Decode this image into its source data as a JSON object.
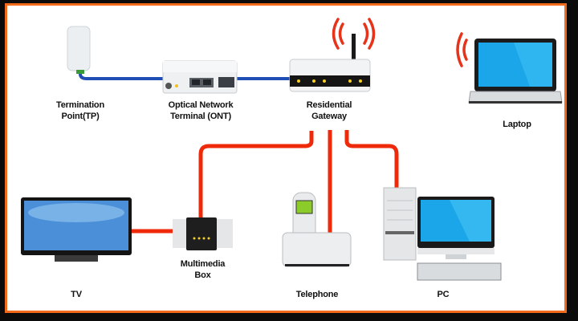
{
  "diagram": {
    "title": "Home Fiber Network",
    "colors": {
      "border": "#f26a1b",
      "fiber": "#1f4fb5",
      "ethernet": "#ee2a0b",
      "wifi": "#e8321a",
      "screen": "#1aa6e8"
    },
    "nodes": {
      "tp": {
        "label_1": "Termination",
        "label_2": "Point(TP)"
      },
      "ont": {
        "label_1": "Optical Network",
        "label_2": "Terminal (ONT)"
      },
      "gateway": {
        "label_1": "Residential",
        "label_2": "Gateway"
      },
      "laptop": {
        "label": "Laptop"
      },
      "tv": {
        "label": "TV"
      },
      "mmbox": {
        "label_1": "Multimedia",
        "label_2": "Box"
      },
      "telephone": {
        "label": "Telephone"
      },
      "pc": {
        "label": "PC"
      }
    },
    "links": [
      {
        "from": "tp",
        "to": "ont",
        "type": "fiber"
      },
      {
        "from": "ont",
        "to": "gateway",
        "type": "fiber"
      },
      {
        "from": "gateway",
        "to": "mmbox",
        "type": "ethernet"
      },
      {
        "from": "gateway",
        "to": "telephone",
        "type": "ethernet"
      },
      {
        "from": "gateway",
        "to": "pc",
        "type": "ethernet"
      },
      {
        "from": "mmbox",
        "to": "tv",
        "type": "ethernet"
      },
      {
        "from": "gateway",
        "to": "laptop",
        "type": "wifi"
      }
    ]
  }
}
